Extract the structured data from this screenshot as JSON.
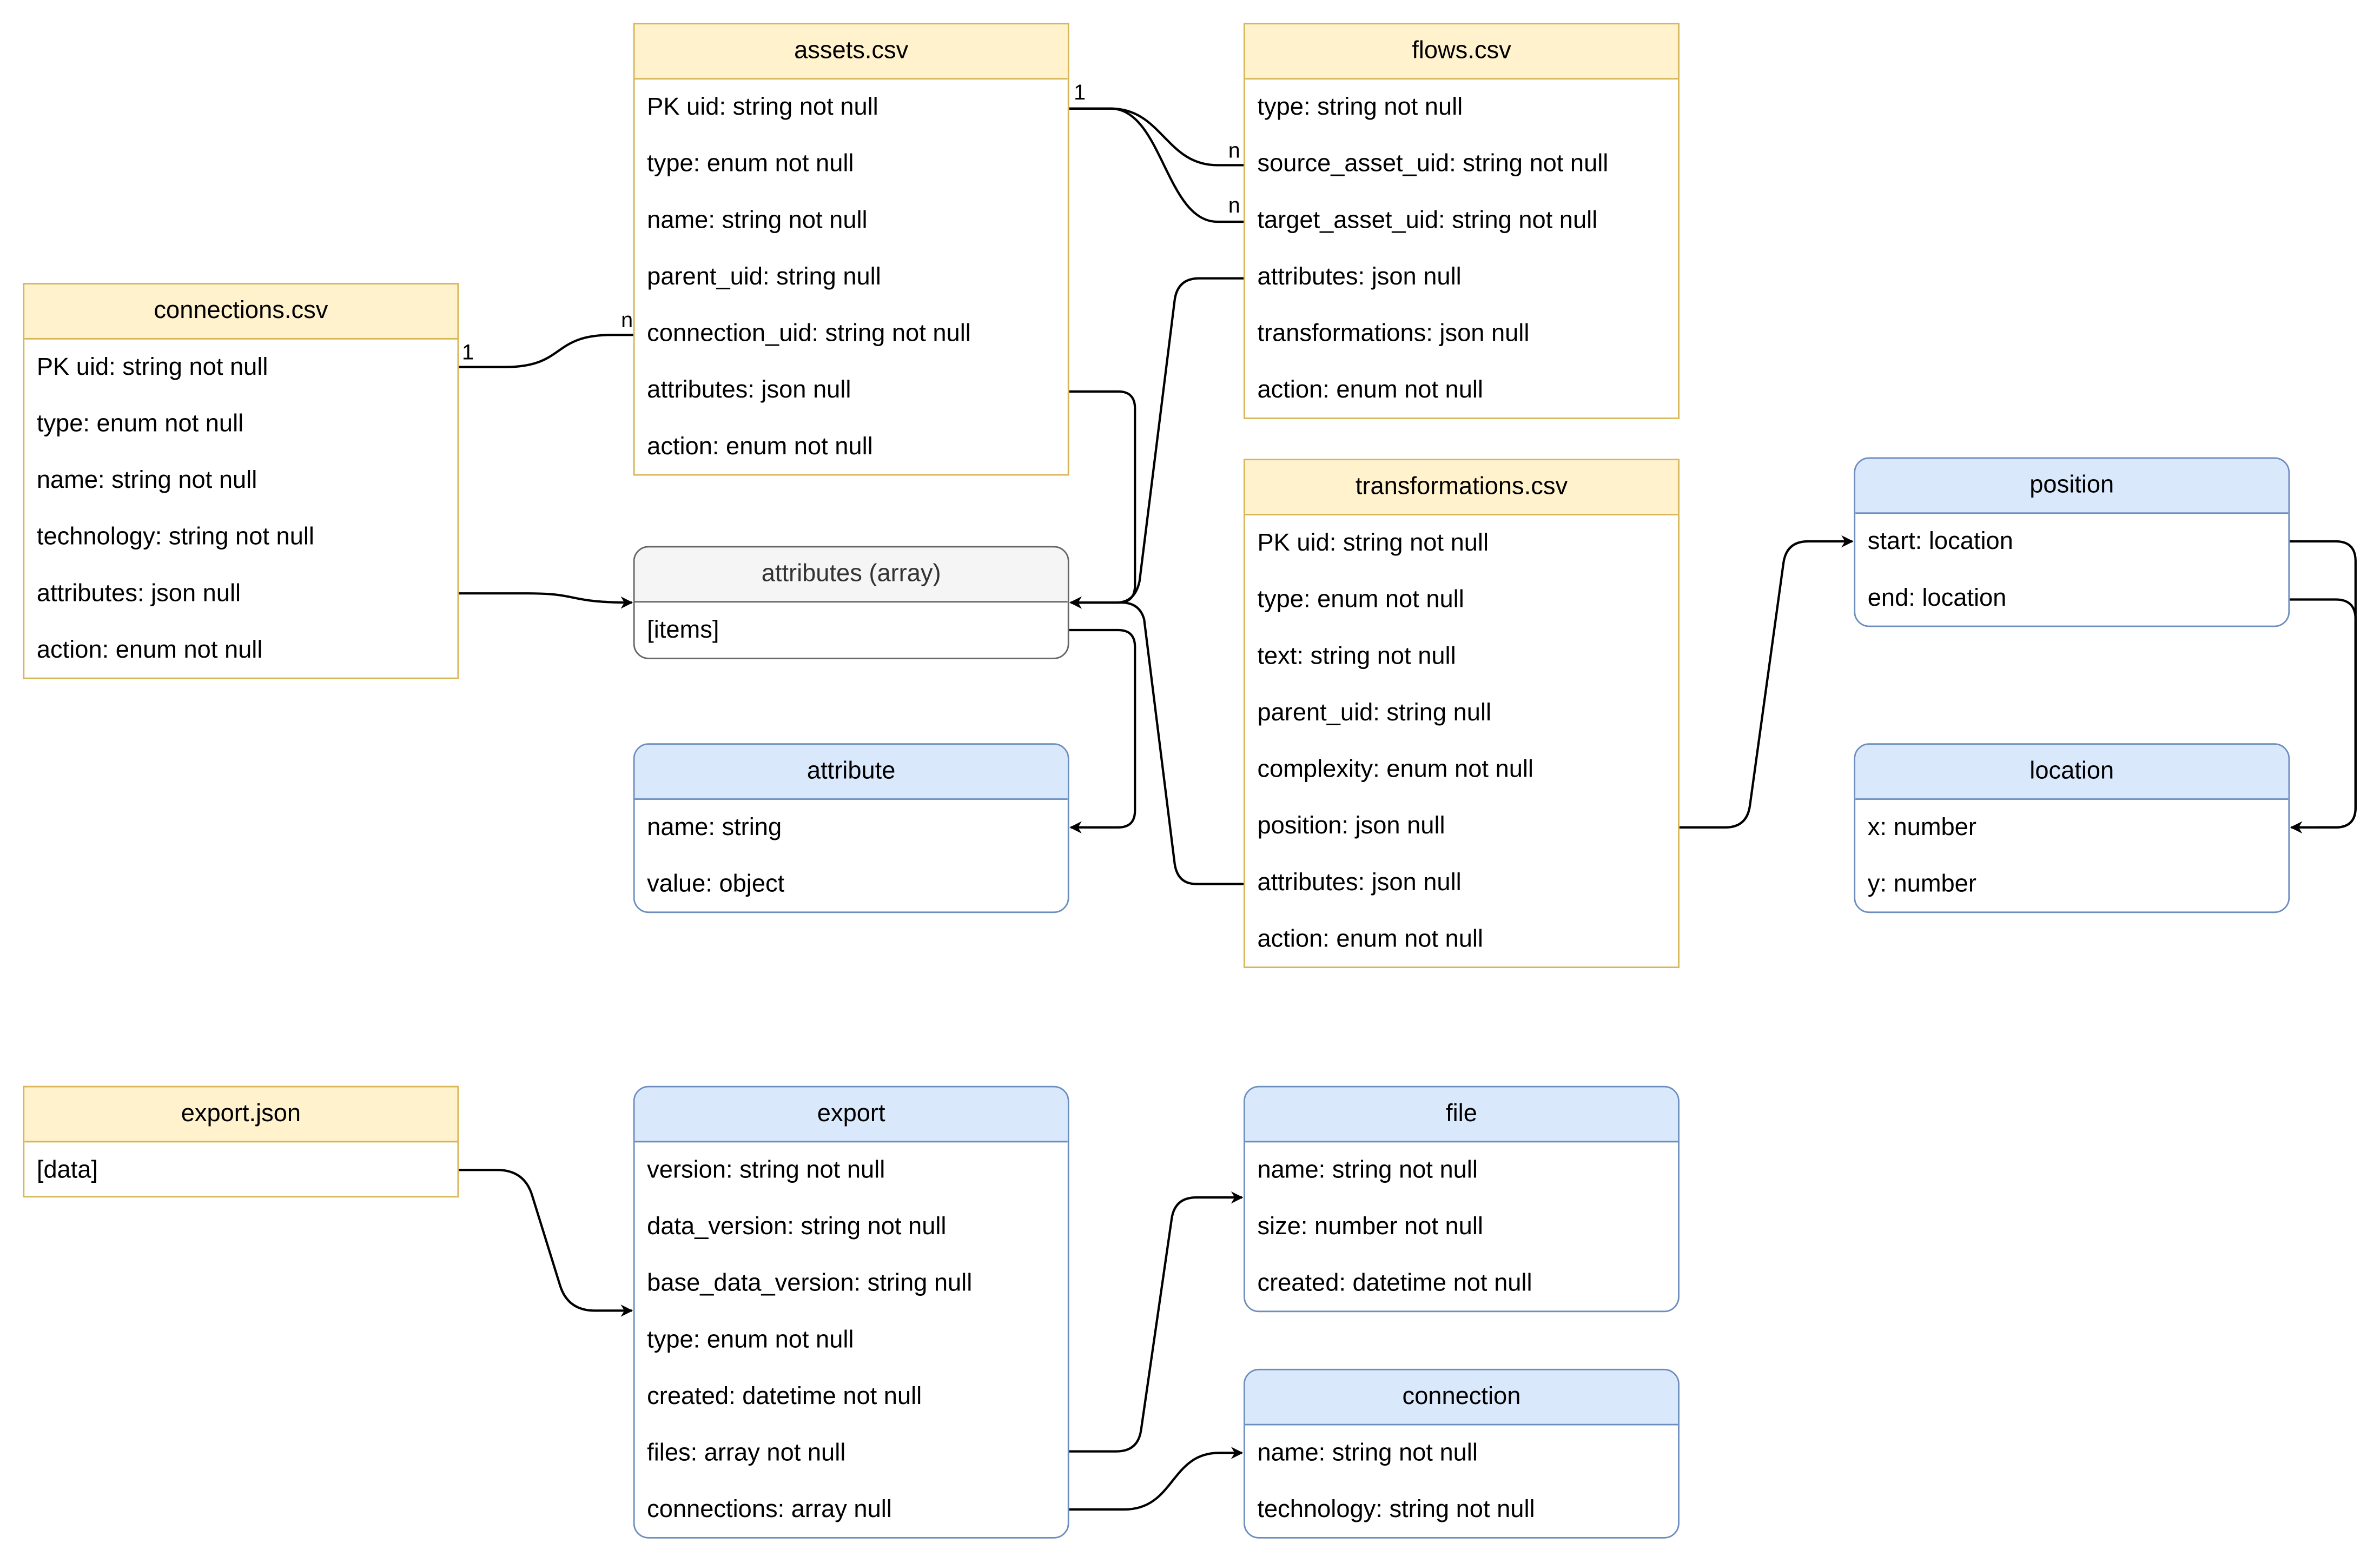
{
  "entities": {
    "assets": {
      "title": "assets.csv",
      "fields": [
        "PK uid: string not null",
        "type: enum not null",
        "name: string not null",
        "parent_uid: string null",
        "connection_uid: string not null",
        "attributes: json null",
        "action: enum not null"
      ]
    },
    "flows": {
      "title": "flows.csv",
      "fields": [
        "type: string not null",
        "source_asset_uid: string not null",
        "target_asset_uid: string not null",
        "attributes: json null",
        "transformations: json null",
        "action: enum not null"
      ]
    },
    "connections": {
      "title": "connections.csv",
      "fields": [
        "PK uid: string not null",
        "type: enum not null",
        "name: string not null",
        "technology: string not null",
        "attributes: json null",
        "action: enum not null"
      ]
    },
    "attributes_array": {
      "title": "attributes (array)",
      "fields": [
        "[items]"
      ]
    },
    "attribute": {
      "title": "attribute",
      "fields": [
        "name: string",
        "value: object"
      ]
    },
    "transformations": {
      "title": "transformations.csv",
      "fields": [
        "PK uid: string not null",
        "type: enum not null",
        "text: string not null",
        "parent_uid: string null",
        "complexity: enum not null",
        "position: json null",
        "attributes: json null",
        "action: enum not null"
      ]
    },
    "position": {
      "title": "position",
      "fields": [
        "start: location",
        "end: location"
      ]
    },
    "location": {
      "title": "location",
      "fields": [
        "x: number",
        "y: number"
      ]
    },
    "export_json": {
      "title": "export.json",
      "fields": [
        "[data]"
      ]
    },
    "export": {
      "title": "export",
      "fields": [
        "version: string not null",
        "data_version: string not null",
        "base_data_version: string null",
        "type: enum not null",
        "created: datetime not null",
        "files: array not null",
        "connections: array null"
      ]
    },
    "file": {
      "title": "file",
      "fields": [
        "name: string not null",
        "size: number not null",
        "created: datetime not null"
      ]
    },
    "connection": {
      "title": "connection",
      "fields": [
        "name: string not null",
        "technology: string not null"
      ]
    }
  },
  "cardinality": {
    "assets_flows_one": "1",
    "flows_source_many": "n",
    "flows_target_many": "n",
    "connections_one": "1",
    "assets_connection_many": "n"
  },
  "colors": {
    "csv_fill": "#fff2cc",
    "csv_stroke": "#d6b656",
    "object_fill": "#dae8fc",
    "object_stroke": "#6c8ebf",
    "array_fill": "#f5f5f5",
    "array_stroke": "#666666",
    "connector": "#000000"
  }
}
